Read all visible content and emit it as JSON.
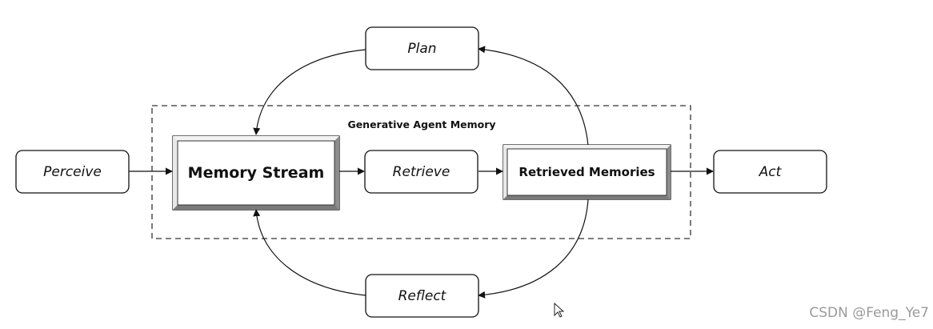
{
  "group": {
    "label": "Generative Agent Memory"
  },
  "nodes": {
    "perceive": "Perceive",
    "memory_stream": "Memory Stream",
    "retrieve": "Retrieve",
    "retrieved_memories": "Retrieved Memories",
    "act": "Act",
    "plan": "Plan",
    "reflect": "Reflect"
  },
  "watermark": "CSDN @Feng_Ye7"
}
